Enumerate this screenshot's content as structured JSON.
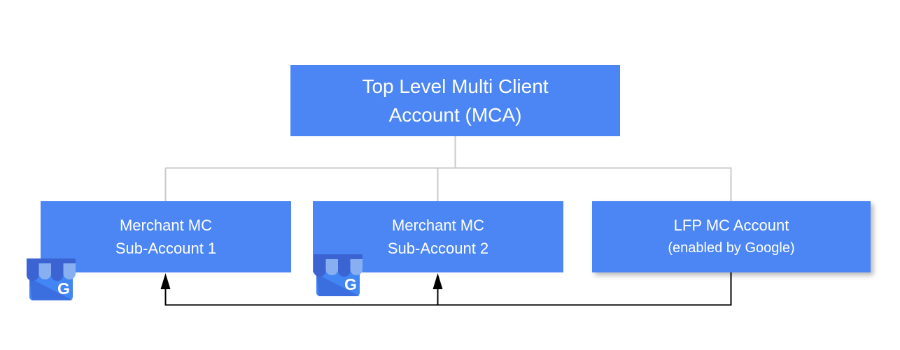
{
  "nodes": {
    "mca": {
      "lines": [
        "Top Level Multi Client",
        "Account (MCA)"
      ]
    },
    "sub1": {
      "lines": [
        "Merchant MC",
        "Sub-Account 1"
      ]
    },
    "sub2": {
      "lines": [
        "Merchant MC",
        "Sub-Account 2"
      ]
    },
    "lfp": {
      "lines": [
        "LFP MC Account",
        "(enabled by Google)"
      ]
    }
  },
  "icons": {
    "business_profile": {
      "name": "google-business-profile-icon",
      "letter": "G"
    }
  },
  "colors": {
    "node_fill": "#4c86f5",
    "node_text": "#ffffff",
    "tree_line": "#c9c9c9",
    "flow_line": "#000000",
    "icon_body": "#4285f4",
    "icon_body_shade": "#3a6ada",
    "icon_awning_dark": "#3b63d2",
    "icon_awning_light": "#87aff2",
    "icon_letter": "#ffffff"
  }
}
